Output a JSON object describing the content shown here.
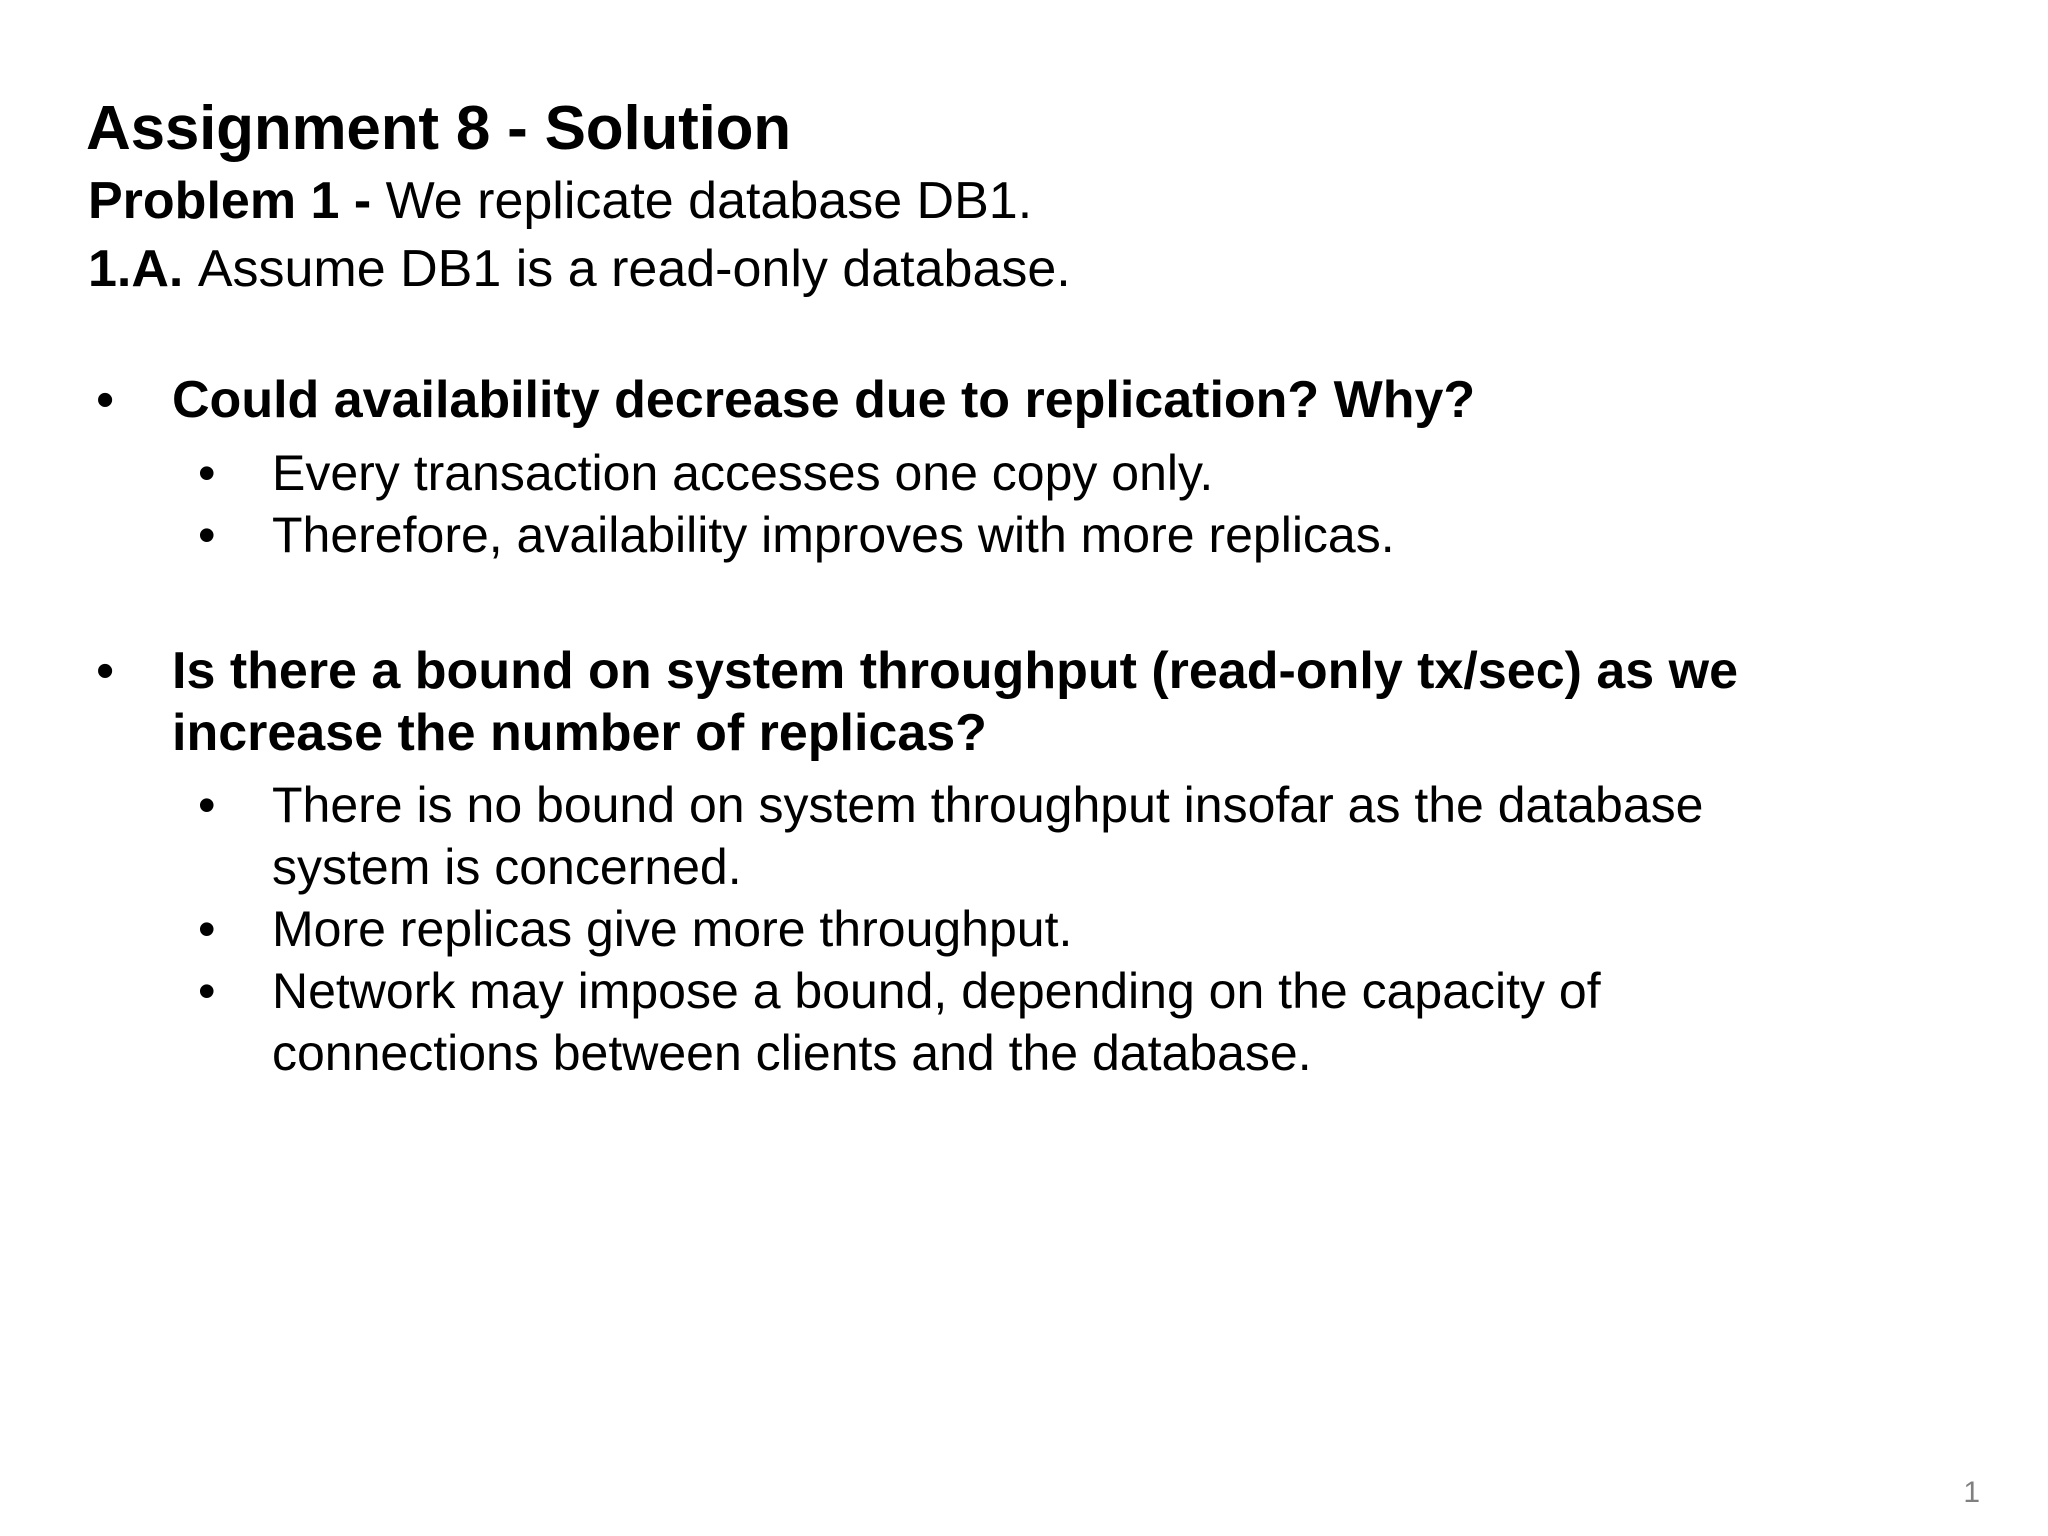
{
  "slide": {
    "title": "Assignment 8 - Solution",
    "page_number": "1",
    "page_number_color": "#808080",
    "text_color": "#000000",
    "background_color": "#ffffff",
    "bullet_glyph": "•",
    "intro": [
      {
        "lead": "Problem 1 - ",
        "rest": "We replicate database DB1."
      },
      {
        "lead": "1.A. ",
        "rest": "Assume DB1 is a read-only database."
      }
    ],
    "groups": [
      {
        "heading": "Could availability decrease due to replication? Why?",
        "points": [
          "Every transaction accesses one copy only.",
          "Therefore, availability improves with more replicas."
        ]
      },
      {
        "heading": "Is there a bound on system throughput (read-only tx/sec) as we increase the number of replicas?",
        "points": [
          "There is no bound on system throughput insofar as the database system is concerned.",
          "More replicas give more throughput.",
          "Network may impose a bound, depending on the capacity of connections between clients and the database."
        ]
      }
    ]
  }
}
